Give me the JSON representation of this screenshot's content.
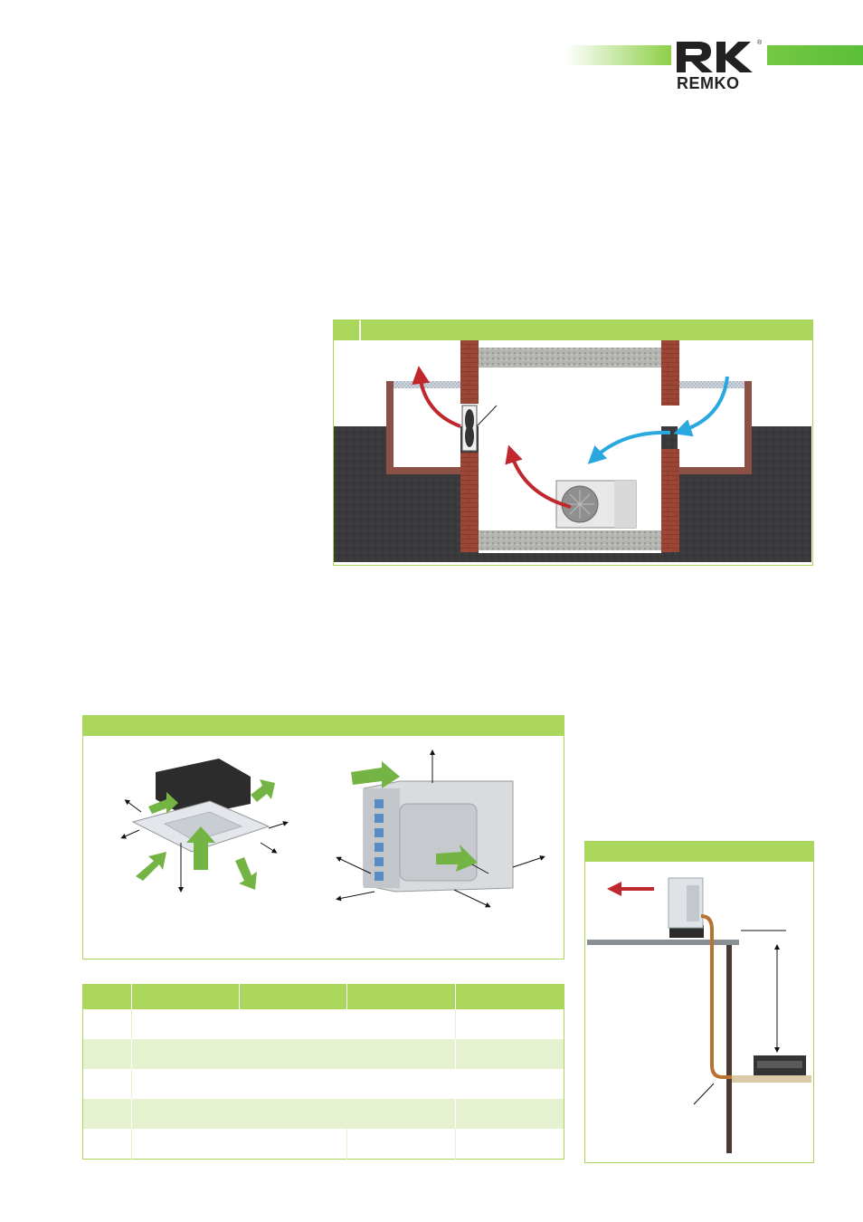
{
  "brand": {
    "name": "REMKO",
    "trademark": "®",
    "colors": {
      "accent": "#a9d65b",
      "brand_green": "#5bbf3a",
      "logo_dark": "#222222"
    }
  },
  "figures": {
    "installation_room": {
      "id": "figure-installation-room",
      "icons": [
        "exhaust-fan-icon",
        "outdoor-unit-icon",
        "warm-air-arrow-icon",
        "cool-air-arrow-icon"
      ]
    },
    "clearances": {
      "id": "figure-clearances",
      "icons": [
        "cassette-unit-icon",
        "outdoor-unit-icon",
        "airflow-arrow-icon"
      ]
    },
    "height_difference": {
      "id": "figure-height-difference",
      "icons": [
        "outdoor-unit-icon",
        "indoor-unit-icon",
        "refrigerant-pipe-icon"
      ]
    }
  },
  "table": {
    "columns": 5,
    "rows": 5
  }
}
